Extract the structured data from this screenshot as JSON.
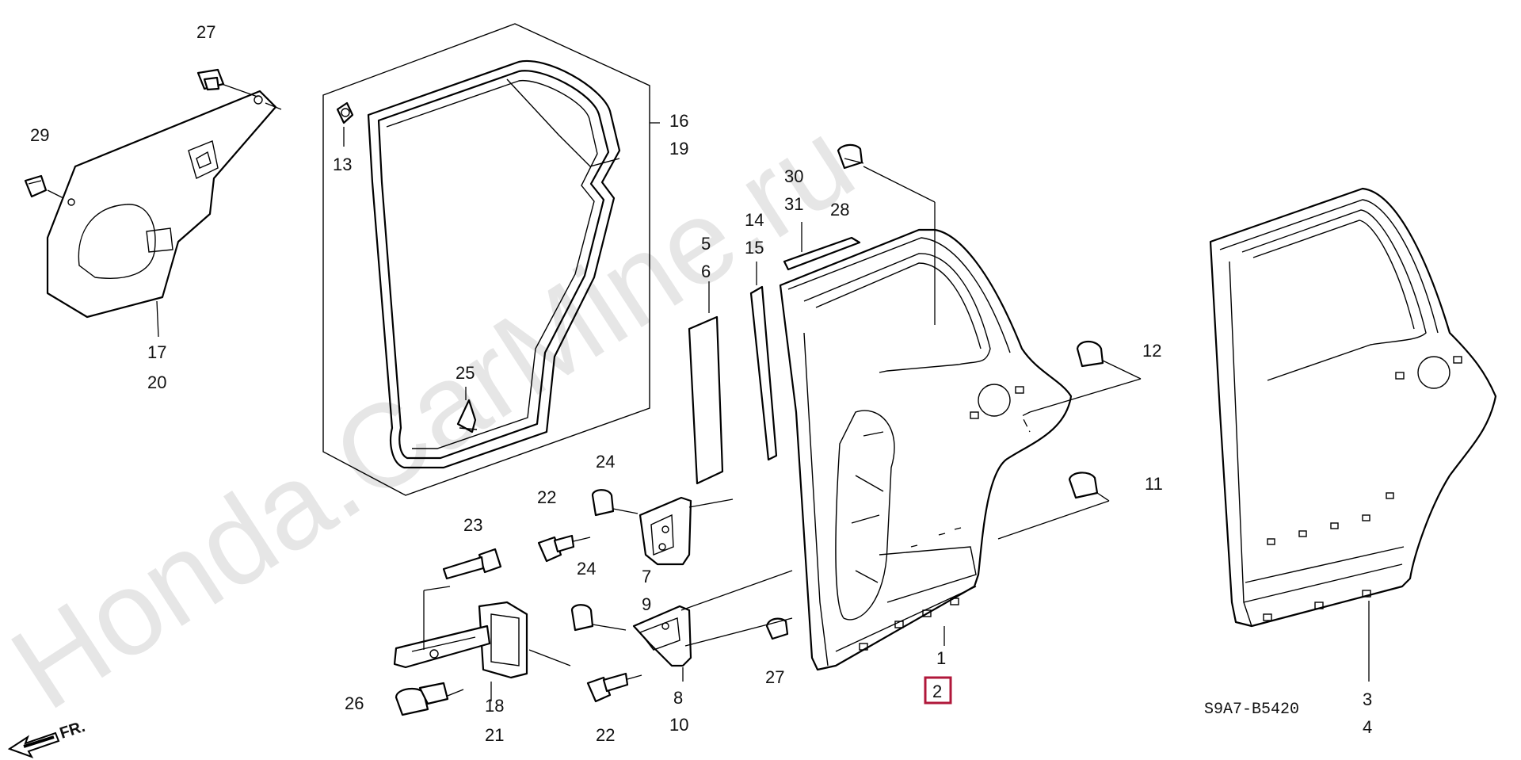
{
  "watermark": "Honda.CarMine.ru",
  "diagram_code": "S9A7-B5420",
  "front_marker": "FR.",
  "selected_callout": "2",
  "callouts": {
    "c1": "1",
    "c2": "2",
    "c3": "3",
    "c4": "4",
    "c5": "5",
    "c6": "6",
    "c7": "7",
    "c8": "8",
    "c9": "9",
    "c10": "10",
    "c11": "11",
    "c12": "12",
    "c13": "13",
    "c14": "14",
    "c15": "15",
    "c16": "16",
    "c17": "17",
    "c18": "18",
    "c19": "19",
    "c20": "20",
    "c21": "21",
    "c22a": "22",
    "c22b": "22",
    "c23": "23",
    "c24a": "24",
    "c24b": "24",
    "c25": "25",
    "c26": "26",
    "c27a": "27",
    "c27b": "27",
    "c28": "28",
    "c29": "29",
    "c30": "30",
    "c31": "31"
  }
}
